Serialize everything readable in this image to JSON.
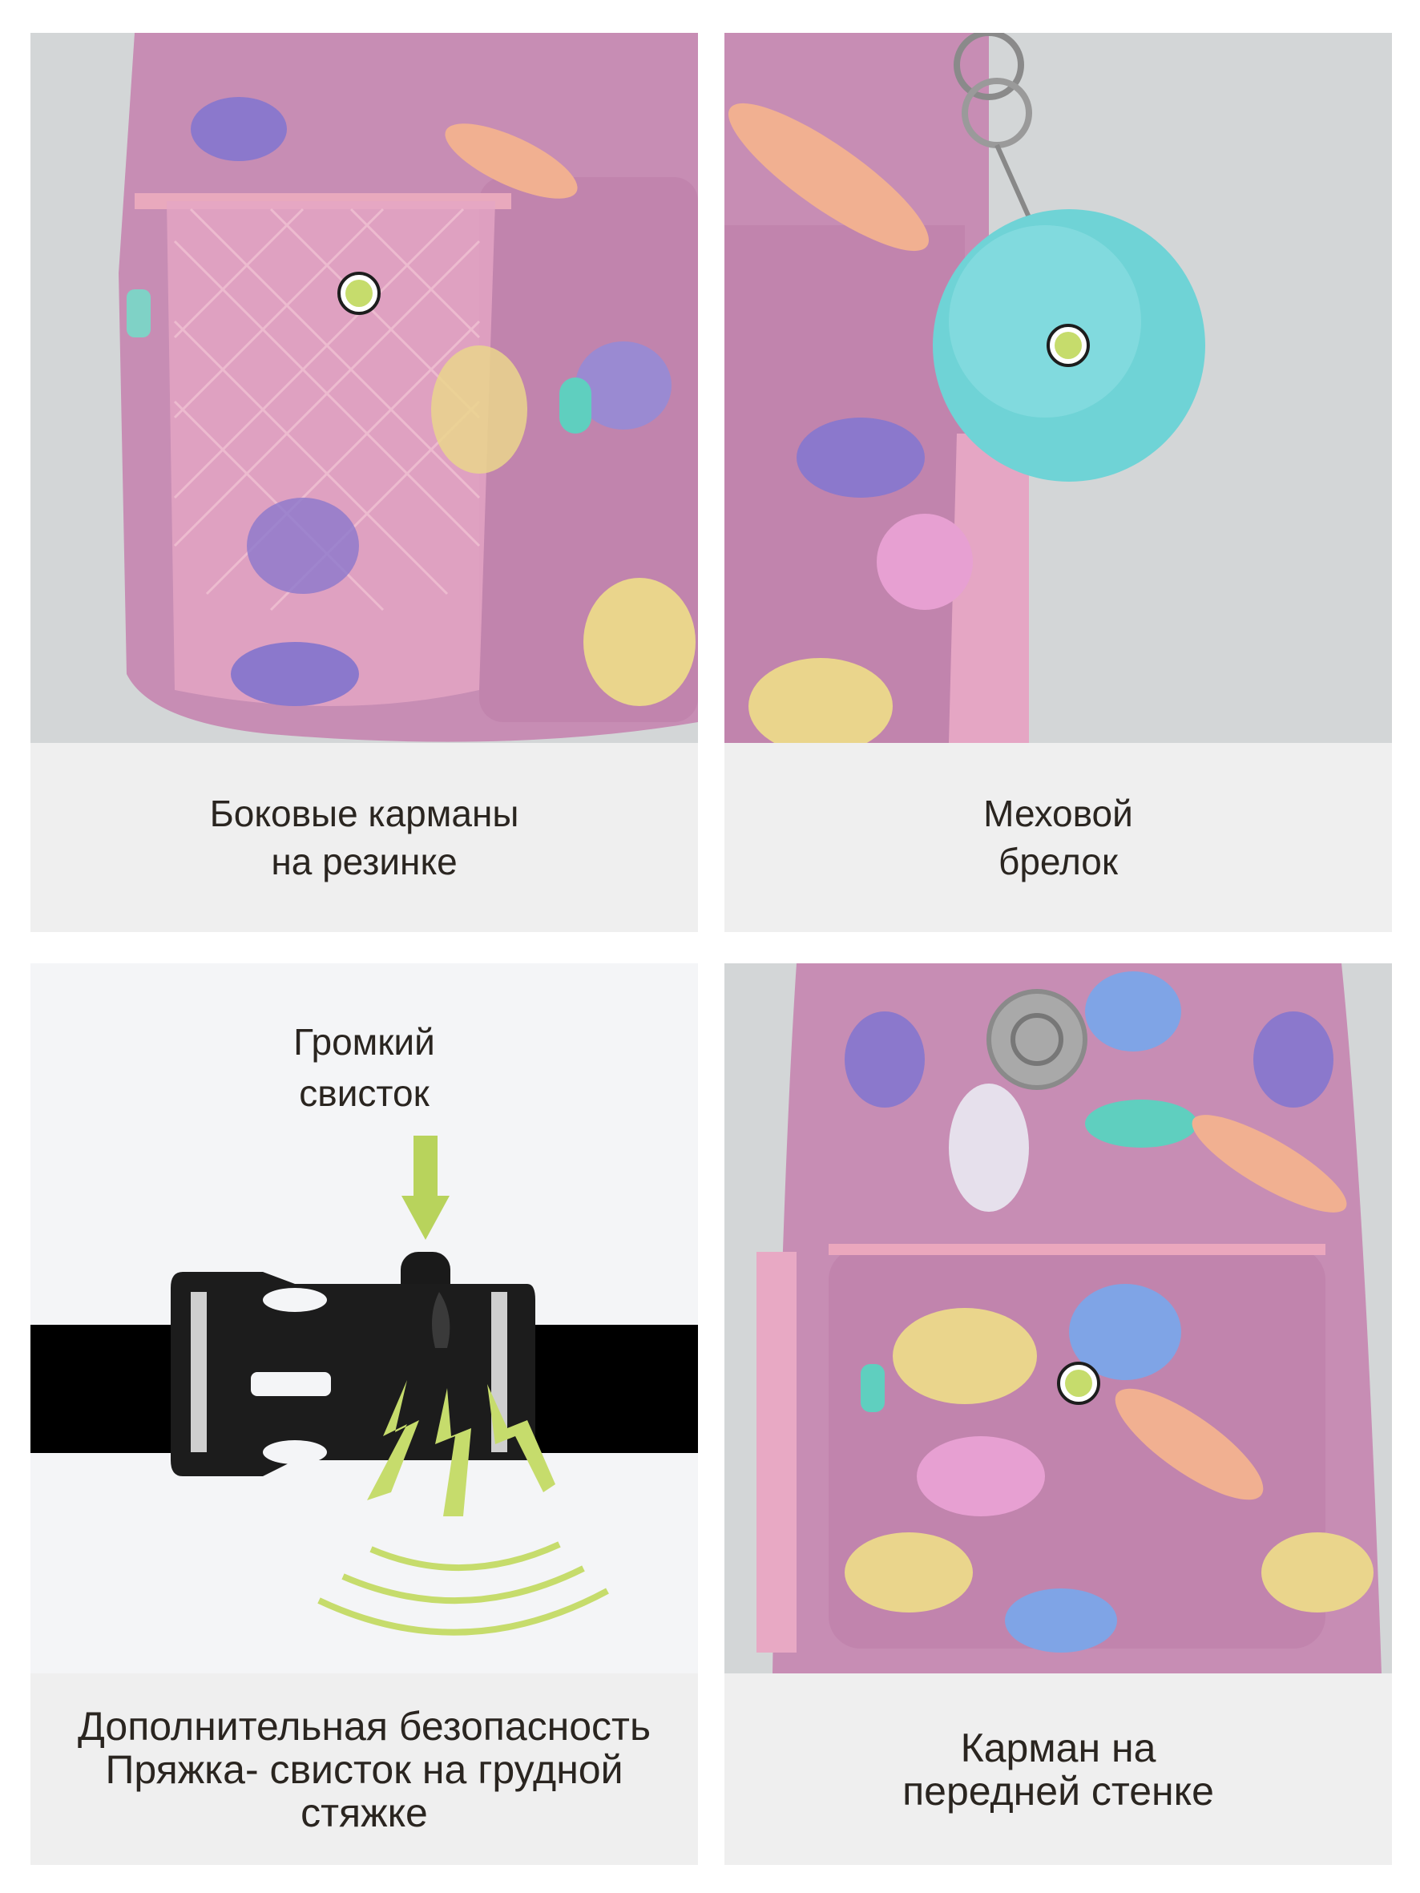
{
  "panels": [
    {
      "id": "side-pockets",
      "caption_lines": [
        "Боковые карманы",
        "на резинке"
      ]
    },
    {
      "id": "fur-keychain",
      "caption_lines": [
        "Меховой",
        "брелок"
      ]
    },
    {
      "id": "whistle-buckle",
      "label_lines": [
        "Громкий",
        "свисток"
      ],
      "caption_lines": [
        "Дополнительная безопасность",
        "Пряжка- свисток на грудной",
        "стяжке"
      ]
    },
    {
      "id": "front-pocket",
      "caption_lines": [
        "Карман на",
        "передней стенке"
      ]
    }
  ],
  "colors": {
    "accent": "#c6dc6c",
    "bag": "#c78db4",
    "fur": "#6fd3d6",
    "photo_bg": "#d3d6d7",
    "caption_bg": "#efefef"
  }
}
